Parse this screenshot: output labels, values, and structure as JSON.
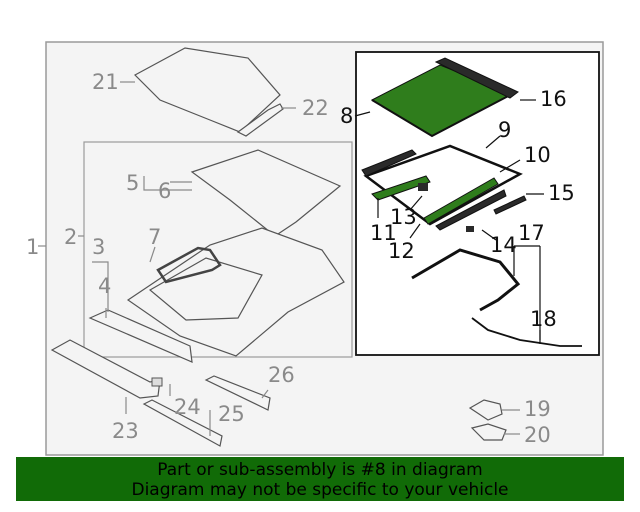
{
  "callouts": {
    "c1": "1",
    "c2": "2",
    "c3": "3",
    "c4": "4",
    "c5": "5",
    "c6": "6",
    "c7": "7",
    "c8": "8",
    "c9": "9",
    "c10": "10",
    "c11": "11",
    "c12": "12",
    "c13": "13",
    "c14": "14",
    "c15": "15",
    "c16": "16",
    "c17": "17",
    "c18": "18",
    "c19": "19",
    "c20": "20",
    "c21": "21",
    "c22": "22",
    "c23": "23",
    "c24": "24",
    "c25": "25",
    "c26": "26"
  },
  "highlighted_part": "8",
  "highlight_color": "#2f7d1c",
  "banner": {
    "line1": "Part or sub-assembly is #8 in diagram",
    "line2": "Diagram may not be specific to your vehicle",
    "background": "#116b07"
  }
}
